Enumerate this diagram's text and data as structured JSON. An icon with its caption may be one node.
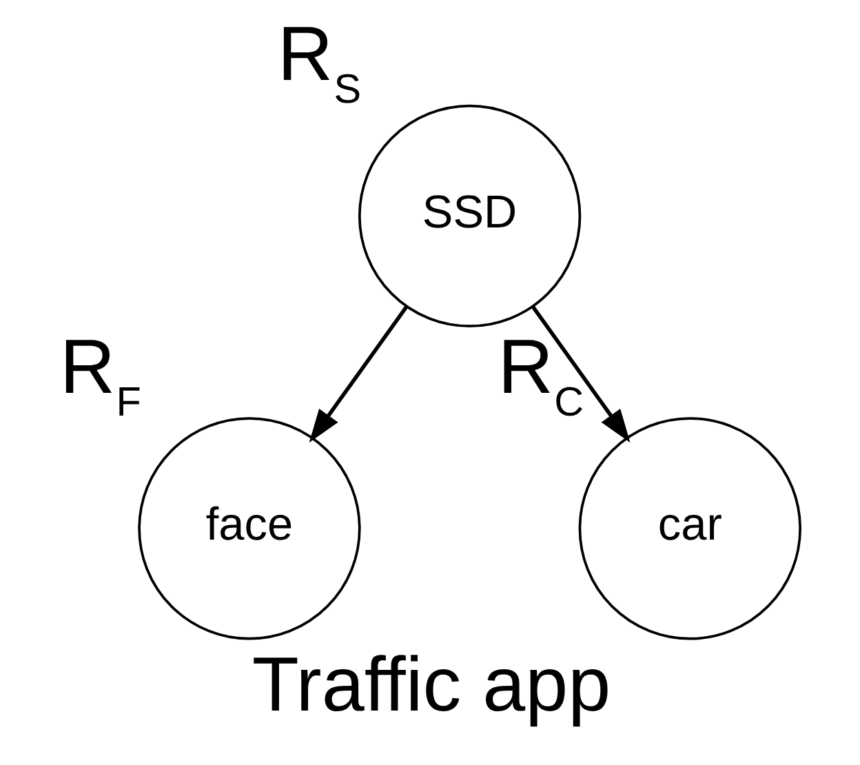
{
  "diagram": {
    "caption": "Traffic app",
    "nodes": [
      {
        "text": [
          "SSD"
        ],
        "beside": [
          "R$_{S}$"
        ]
      },
      {
        "text": [
          "face"
        ],
        "beside": [
          "R$_{F}$"
        ]
      },
      {
        "text": [
          "car"
        ],
        "beside": [
          "R$_{C}$"
        ]
      }
    ],
    "edges": [
      {
        "from": 0,
        "to": 1,
        "arrow": "to"
      },
      {
        "from": 0,
        "to": 2,
        "arrow": "to"
      }
    ]
  }
}
